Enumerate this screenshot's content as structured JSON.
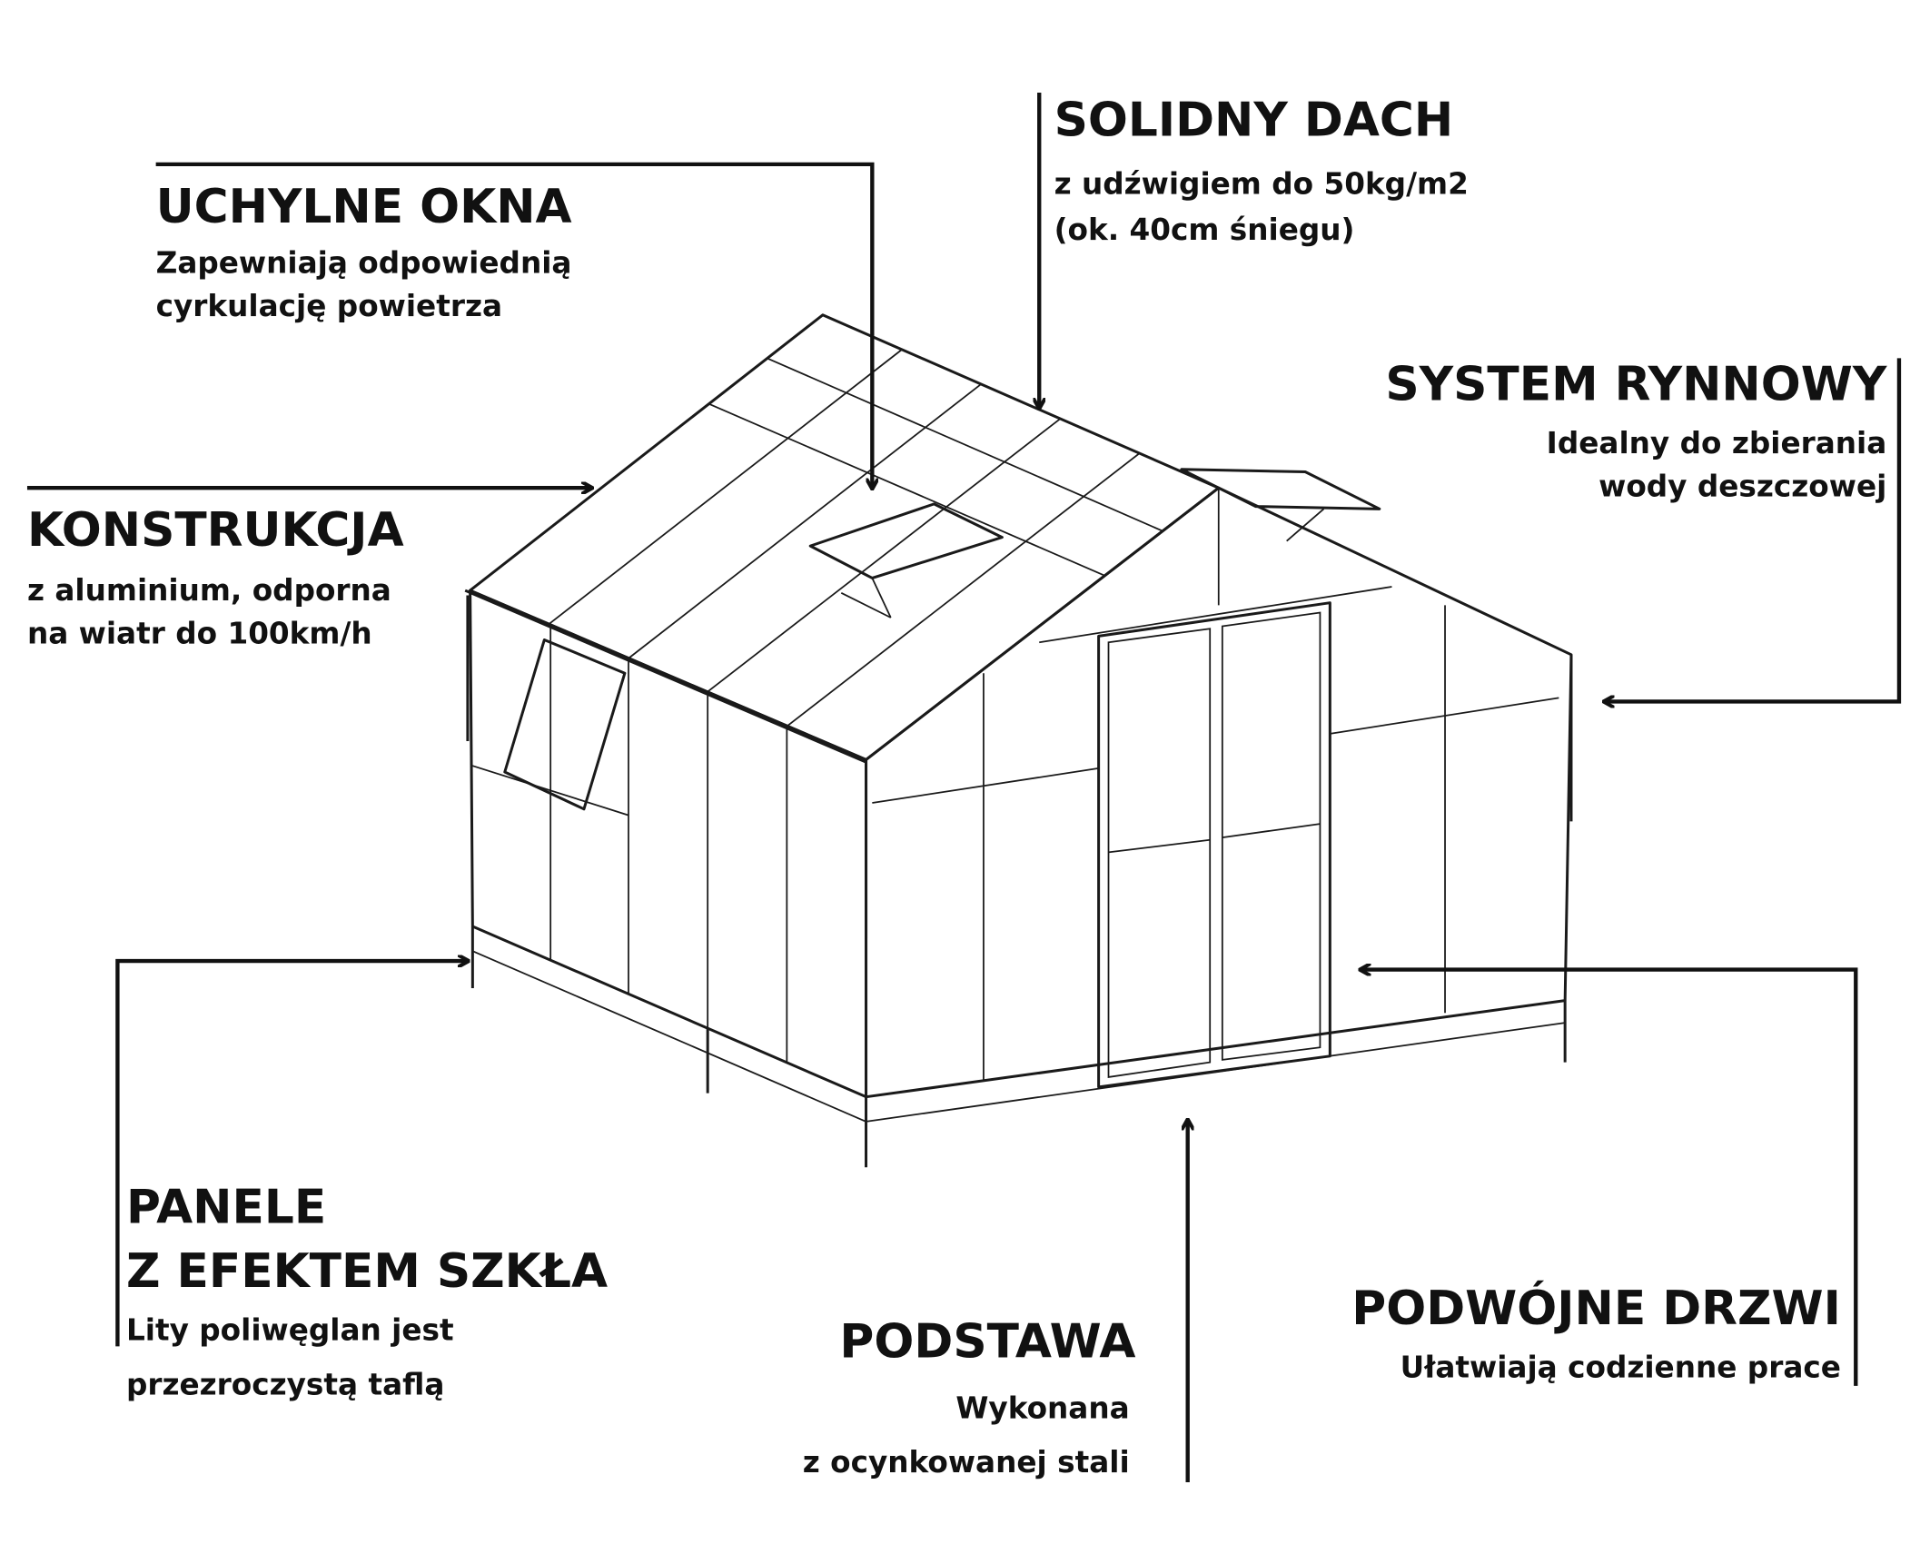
{
  "labels": {
    "roof": {
      "title": "SOLIDNY DACH",
      "lines": [
        "z udźwigiem do 50kg/m2",
        "(ok. 40cm śniegu)"
      ]
    },
    "windows": {
      "title": "UCHYLNE OKNA",
      "lines": [
        "Zapewniają odpowiednią",
        "cyrkulację powietrza"
      ]
    },
    "frame": {
      "title": "KONSTRUKCJA",
      "lines": [
        "z aluminium, odporna",
        "na wiatr do 100km/h"
      ]
    },
    "gutter": {
      "title": "SYSTEM RYNNOWY",
      "lines": [
        "Idealny do zbierania",
        "wody deszczowej"
      ]
    },
    "panels": {
      "title": [
        "PANELE",
        "Z EFEKTEM SZKŁA"
      ],
      "lines": [
        "Lity poliwęglan jest",
        "przezroczystą taflą"
      ]
    },
    "base": {
      "title": "PODSTAWA",
      "lines": [
        "Wykonana",
        "z ocynkowanej stali"
      ]
    },
    "doors": {
      "title": "PODWÓJNE DRZWI",
      "lines": [
        "Ułatwiają codzienne prace"
      ]
    }
  }
}
